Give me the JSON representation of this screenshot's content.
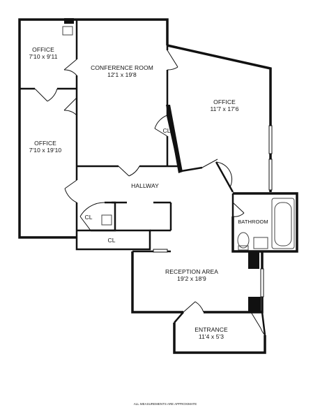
{
  "rooms": {
    "office_top_left": {
      "name": "OFFICE",
      "size": "7'10 x 9'11"
    },
    "conference_room": {
      "name": "CONFERENCE ROOM",
      "size": "12'1 x 19'8"
    },
    "office_right": {
      "name": "OFFICE",
      "size": "11'7 x 17'6"
    },
    "office_left": {
      "name": "OFFICE",
      "size": "7'10 x 19'10"
    },
    "closet_conference": {
      "name": "CL"
    },
    "hallway": {
      "name": "HALLWAY"
    },
    "closet_small": {
      "name": "CL"
    },
    "closet_long": {
      "name": "CL"
    },
    "bathroom": {
      "name": "BATHROOM"
    },
    "reception_area": {
      "name": "RECEPTION AREA",
      "size": "19'2 x 18'9"
    },
    "entrance": {
      "name": "ENTRANCE",
      "size": "11'4 x 5'3"
    }
  },
  "footnote": "ALL MEASUREMENTS ARE APPROXIMATE",
  "colors": {
    "wall": "#111111",
    "background": "#ffffff",
    "fixture": "#444444"
  }
}
